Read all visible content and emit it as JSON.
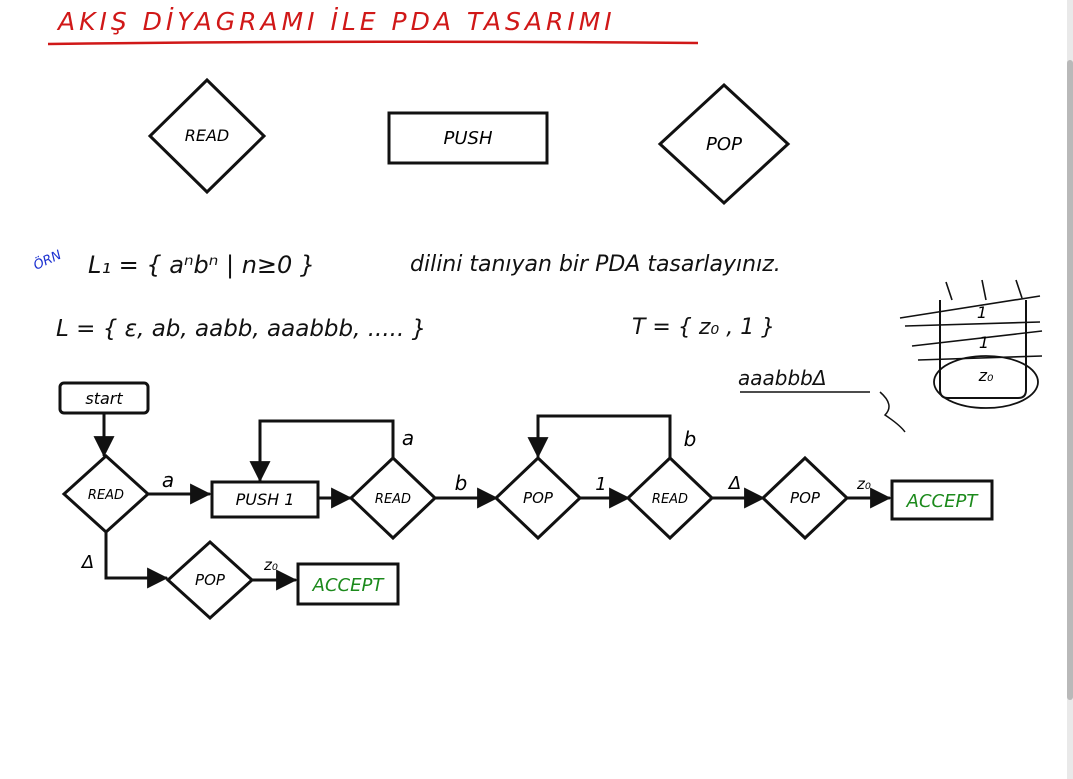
{
  "title": "AKIŞ DİYAGRAMI İLE PDA TASARIMI",
  "colors": {
    "title": "#d01818",
    "ink": "#111111",
    "accept": "#1c8a1c",
    "note": "#1a2fd0"
  },
  "legend": {
    "read": "READ",
    "push": "PUSH",
    "pop": "POP"
  },
  "example": {
    "tag": "ÖRN",
    "language": "L₁ = { aⁿbⁿ | n≥0 }",
    "instruction": "dilini tanıyan bir PDA tasarlayınız.",
    "strings": "L = { ε, ab, aabb, aaabbb, ..... }",
    "stack_alphabet": "T = { z₀ , 1 }",
    "scratch_input": "aaabbbΔ",
    "stack_labels": [
      "1",
      "1",
      "z₀"
    ]
  },
  "flow": {
    "start": "start",
    "read1": "READ",
    "push1": "PUSH 1",
    "read2": "READ",
    "pop1": "POP",
    "read3": "READ",
    "pop2": "POP",
    "accept1": "ACCEPT",
    "pop3": "POP",
    "accept2": "ACCEPT",
    "edge_a1": "a",
    "edge_a2": "a",
    "edge_b1": "b",
    "edge_b2": "b",
    "edge_1": "1",
    "edge_delta1": "Δ",
    "edge_delta2": "Δ",
    "edge_z1": "z₀",
    "edge_z2": "z₀"
  }
}
